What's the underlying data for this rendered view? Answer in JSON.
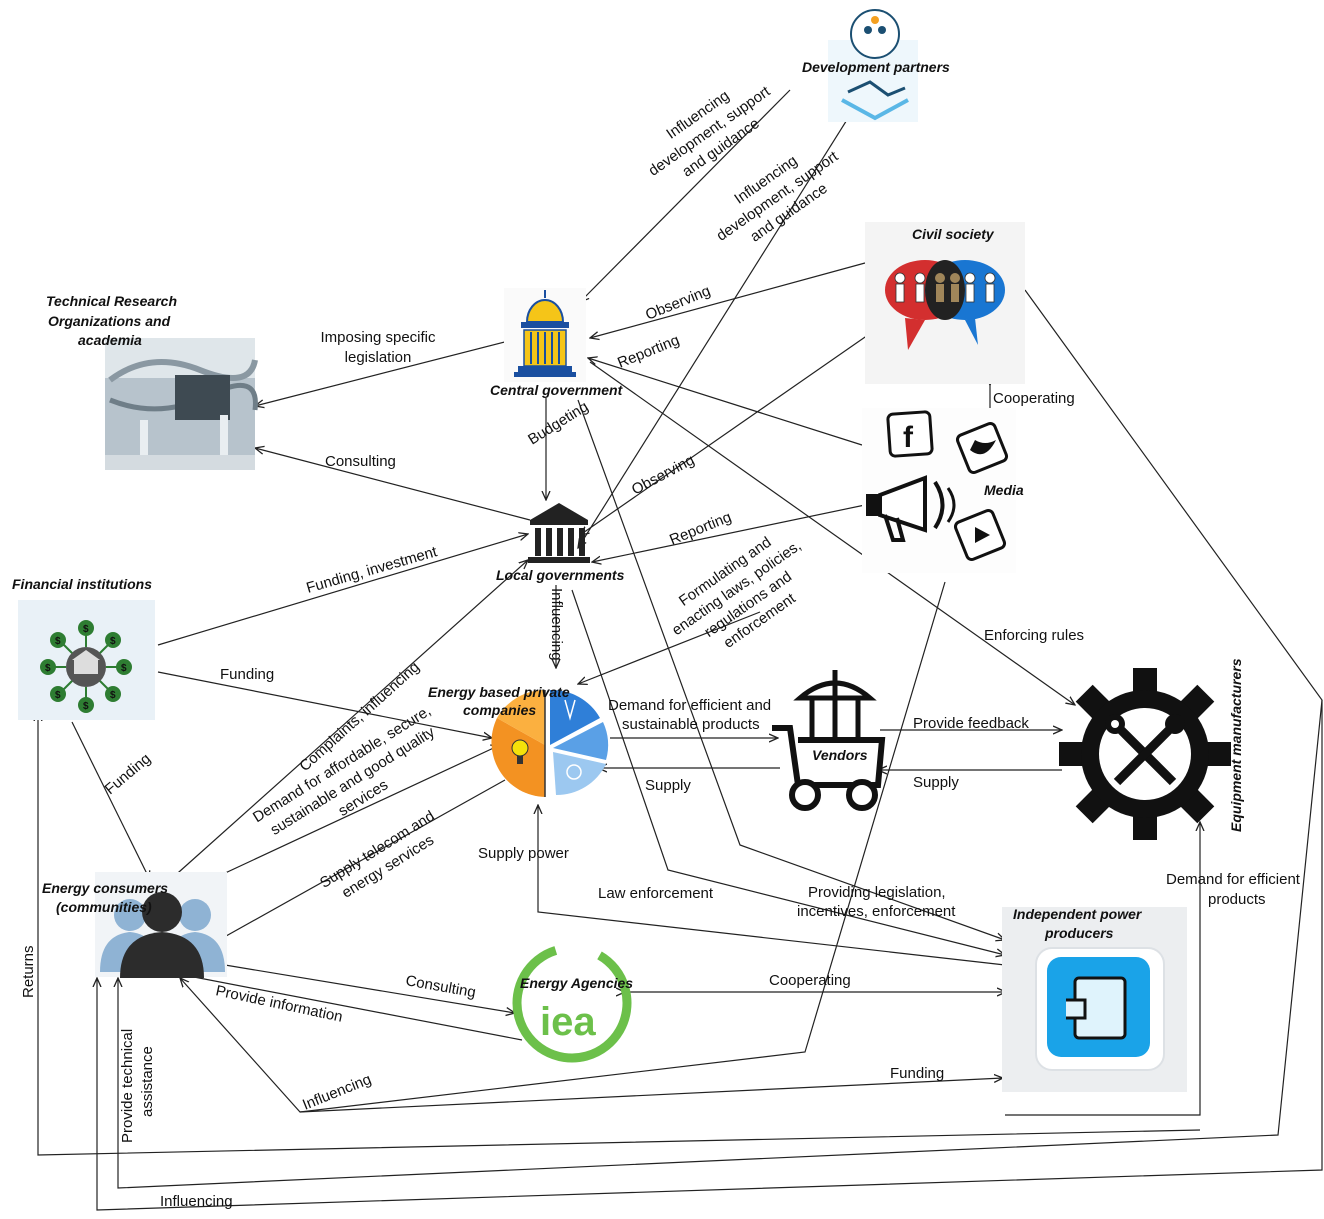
{
  "nodes": {
    "development_partners": "Development partners",
    "civil_society": "Civil society",
    "technical_research": [
      "Technical Research",
      "Organizations and",
      "academia"
    ],
    "central_government": "Central government",
    "media": "Media",
    "local_governments": "Local governments",
    "financial_institutions": "Financial institutions",
    "energy_private": [
      "Energy based private",
      "companies"
    ],
    "vendors": "Vendors",
    "equipment_manufacturers": "Equipment manufacturers",
    "energy_consumers": [
      "Energy consumers",
      "(communities)"
    ],
    "energy_agencies": "Energy Agencies",
    "iea_logo_text": "iea",
    "independent_power": [
      "Independent power",
      "producers"
    ]
  },
  "edges": {
    "influencing_dev_1": [
      "Influencing",
      "development, support",
      "and guidance"
    ],
    "influencing_dev_2": [
      "Influencing",
      "development, support",
      "and guidance"
    ],
    "imposing": [
      "Imposing specific",
      "legislation"
    ],
    "observing_1": "Observing",
    "reporting_1": "Reporting",
    "cooperating_cs_media": "Cooperating",
    "budgeting": "Budgeting",
    "consulting_tech": "Consulting",
    "observing_2": "Observing",
    "reporting_2": "Reporting",
    "funding_investment": "Funding, investment",
    "formulating": [
      "Formulating and",
      "enacting laws, policies,",
      "regulations and",
      "enforcement"
    ],
    "enforcing_rules": "Enforcing rules",
    "influencing_local": "Influencing",
    "funding_fin_private": "Funding",
    "demand_efficient_vendor": [
      "Demand for efficient and",
      "sustainable products"
    ],
    "provide_feedback": "Provide feedback",
    "supply_vendor": "Supply",
    "supply_manuf": "Supply",
    "complaints": "Complaints, influencing",
    "demand_affordable": [
      "Demand for affordable, secure,",
      "sustainable and good quality",
      "services"
    ],
    "supply_telecom": [
      "Supply telecom and",
      "energy services"
    ],
    "funding_fin_consumers": "Funding",
    "supply_power": "Supply power",
    "law_enforcement": "Law enforcement",
    "providing_legislation": [
      "Providing legislation,",
      "incentives, enforcement"
    ],
    "demand_efficient_products": [
      "Demand for efficient",
      "products"
    ],
    "consulting_iea": "Consulting",
    "provide_information": "Provide information",
    "cooperating_iea_ipp": "Cooperating",
    "influencing_media_consumers": "Influencing",
    "funding_ipp": "Funding",
    "returns": "Returns",
    "provide_technical": [
      "Provide technical",
      "assistance"
    ],
    "influencing_bottom": "Influencing"
  },
  "icons": [
    "handshake-icon",
    "protest-people-icon",
    "factory-photo-icon",
    "capitol-dome-icon",
    "megaphone-social-icon",
    "bank-building-icon",
    "money-network-icon",
    "energy-pie-icon",
    "vendor-cart-icon",
    "gear-tools-icon",
    "users-group-icon",
    "iea-logo-icon",
    "power-plug-app-icon"
  ],
  "colors": {
    "dome_yellow": "#f5c518",
    "dome_blue": "#1a4fa0",
    "money_green": "#2e7d32",
    "pie_blue": "#2f7fd8",
    "pie_orange": "#f39222",
    "iea_green": "#6cc04a",
    "ipp_blue": "#1aa3e8"
  }
}
